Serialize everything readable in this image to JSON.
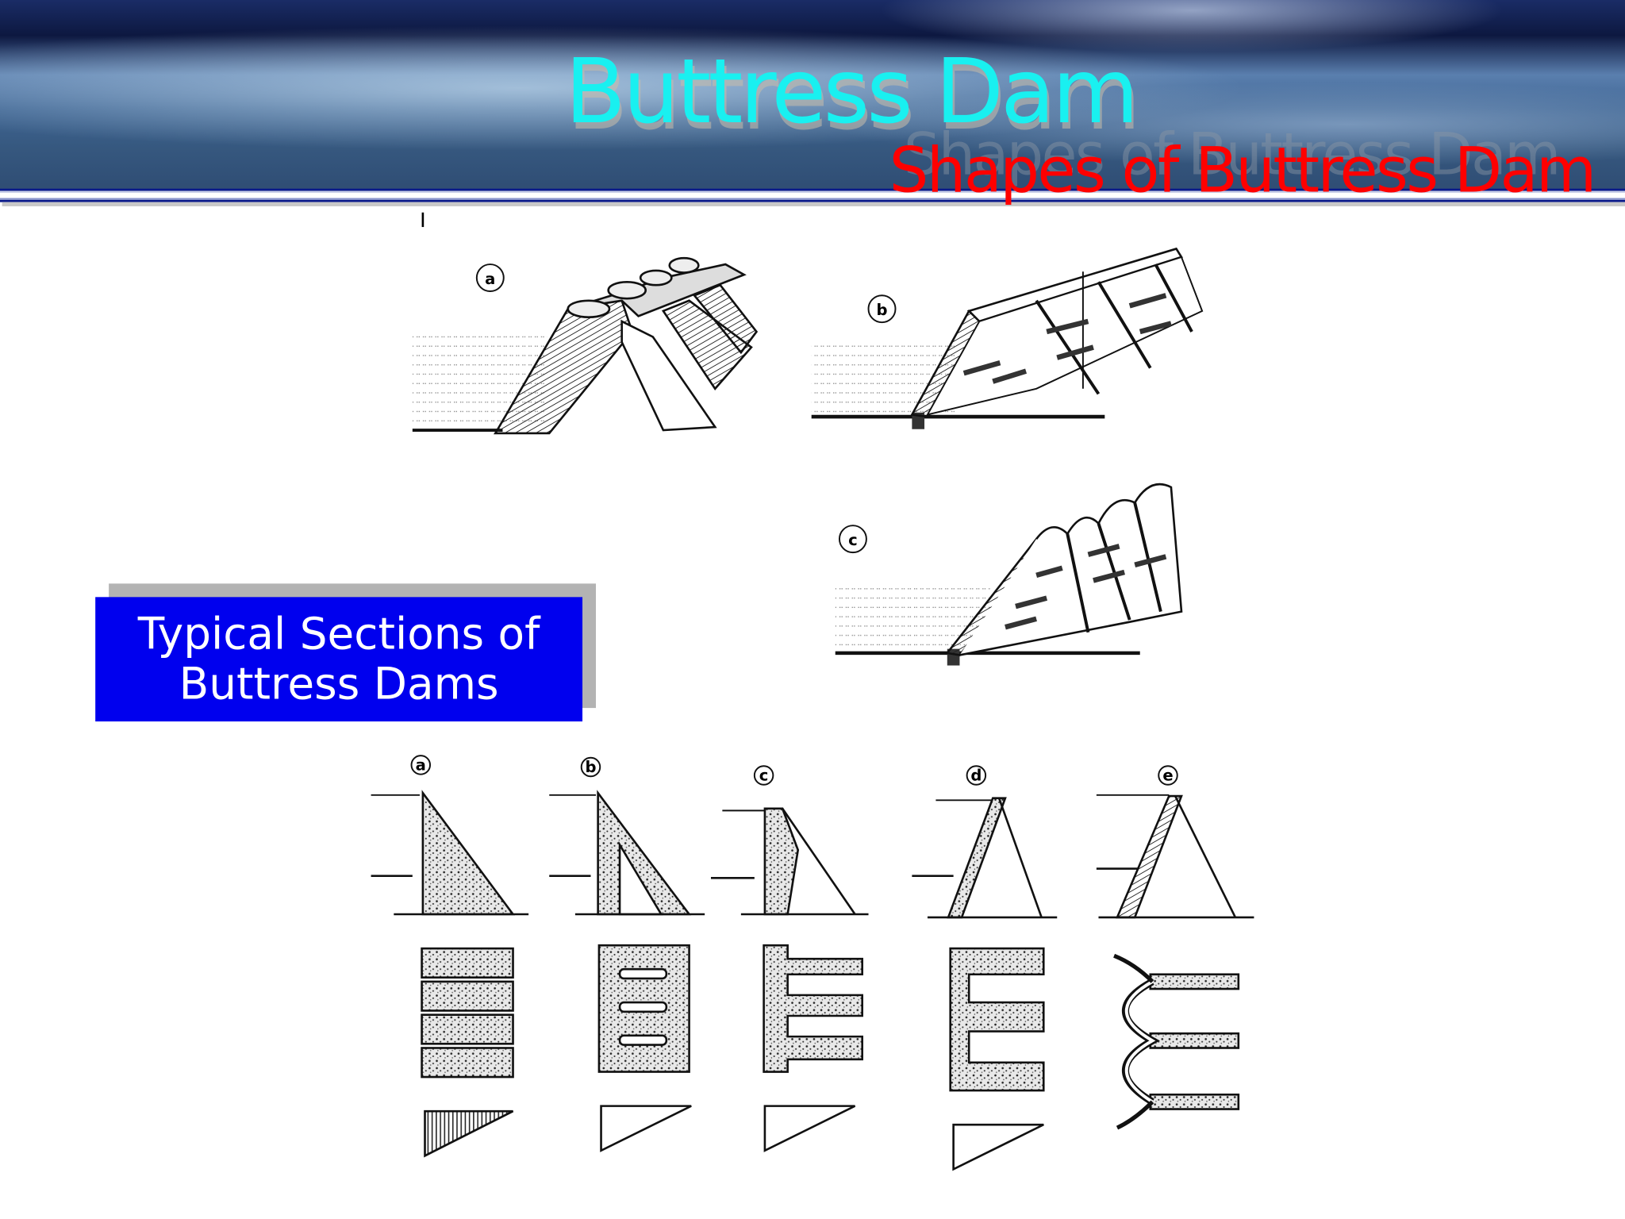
{
  "header": {
    "title": "Buttress Dam",
    "subtitle": "Shapes of Buttress Dam"
  },
  "callout": {
    "line1": "Typical Sections of",
    "line2": "Buttress Dams"
  },
  "figure_3d": {
    "labels": [
      "a",
      "b",
      "c"
    ]
  },
  "figure_sections": {
    "labels": [
      "a",
      "b",
      "c",
      "d",
      "e"
    ]
  },
  "colors": {
    "title": "#19f0f0",
    "subtitle": "#ff0000",
    "callout_bg": "#0000ee",
    "callout_shadow": "#b3b3b3"
  }
}
